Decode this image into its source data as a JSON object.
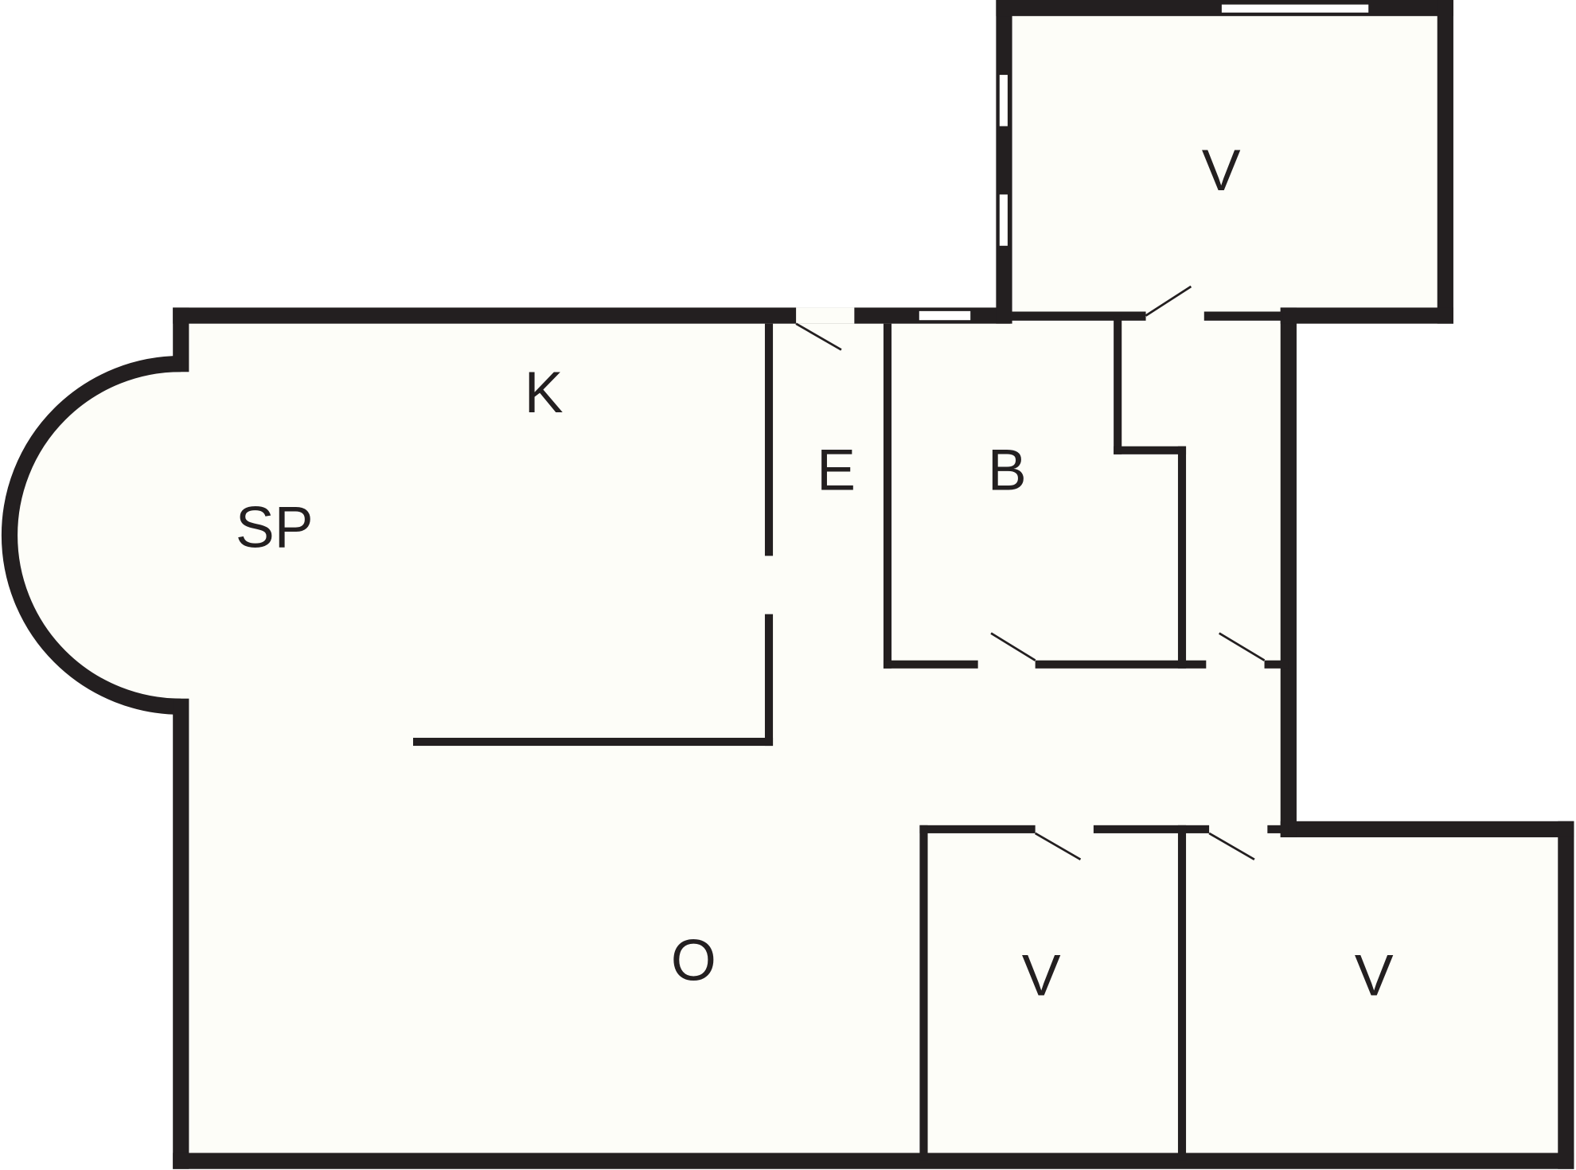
{
  "floorplan": {
    "rooms": [
      {
        "id": "kitchen",
        "label": "K"
      },
      {
        "id": "dining",
        "label": "SP"
      },
      {
        "id": "hall",
        "label": "E"
      },
      {
        "id": "bathroom",
        "label": "B"
      },
      {
        "id": "living",
        "label": "O"
      },
      {
        "id": "room-top-right",
        "label": "V"
      },
      {
        "id": "room-bottom-middle",
        "label": "V"
      },
      {
        "id": "room-bottom-right",
        "label": "V"
      }
    ]
  },
  "colors": {
    "wall": "#231f20",
    "floor": "#fdfdf8"
  }
}
